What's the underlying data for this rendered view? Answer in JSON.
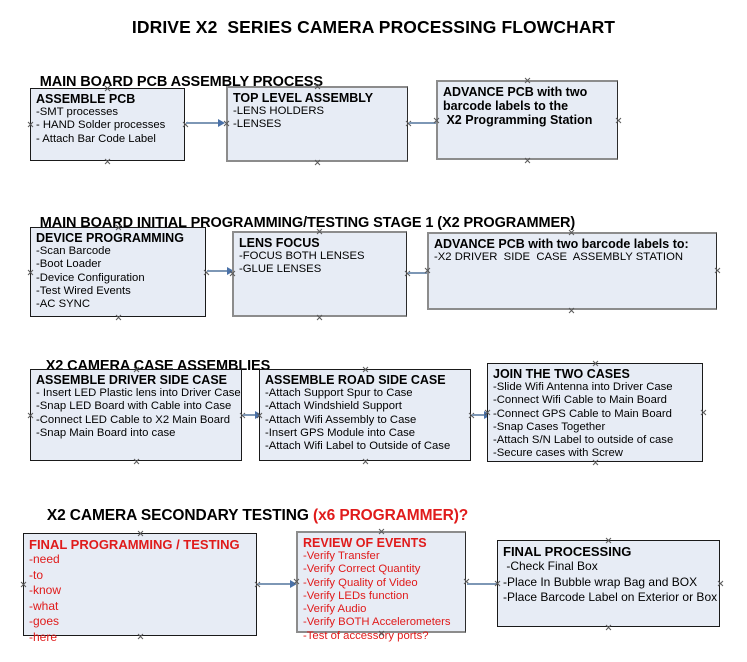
{
  "title": "IDRIVE X2  SERIES CAMERA PROCESSING FLOWCHART",
  "colors": {
    "box_fill": "#e7ecf5",
    "box_border": "#1a1a1a",
    "accent_red": "#e01b1b",
    "arrow": "#7d97b5",
    "arrow_head": "#4a71a8",
    "text": "#000000",
    "page_background": "#ffffff"
  },
  "sections": [
    {
      "heading": "MAIN BOARD PCB ASSEMBLY PROCESS",
      "heading_accent": "",
      "boxes": [
        {
          "title": "ASSEMBLE PCB",
          "lines": [
            "-SMT processes",
            "- HAND Solder processes",
            "- Attach Bar Code Label"
          ]
        },
        {
          "title": "TOP LEVEL ASSEMBLY",
          "lines": [
            "-LENS HOLDERS",
            "-LENSES"
          ]
        },
        {
          "title": "ADVANCE PCB with two",
          "lines": [
            "barcode labels to the",
            " X2 Programming Station"
          ]
        }
      ]
    },
    {
      "heading": "MAIN BOARD INITIAL PROGRAMMING/TESTING STAGE 1 (X2 PROGRAMMER)",
      "heading_accent": "",
      "boxes": [
        {
          "title": "DEVICE PROGRAMMING",
          "lines": [
            "-Scan Barcode",
            "-Boot Loader",
            "-Device Configuration",
            "-Test Wired Events",
            "-AC SYNC"
          ]
        },
        {
          "title": "LENS FOCUS",
          "lines": [
            "-FOCUS BOTH LENSES",
            "-GLUE LENSES"
          ]
        },
        {
          "title": "ADVANCE PCB with two barcode labels to:",
          "lines": [
            "-X2 DRIVER  SIDE  CASE  ASSEMBLY STATION"
          ]
        }
      ]
    },
    {
      "heading": "X2 CAMERA CASE ASSEMBLIES",
      "heading_accent": "",
      "boxes": [
        {
          "title": "ASSEMBLE DRIVER SIDE CASE",
          "lines": [
            "- Insert LED Plastic lens into Driver Case",
            "-Snap LED Board with Cable into Case",
            "-Connect LED Cable to X2 Main Board",
            "-Snap Main Board into case"
          ]
        },
        {
          "title": "ASSEMBLE ROAD SIDE CASE",
          "lines": [
            "-Attach Support Spur to Case",
            "-Attach Windshield Support",
            "-Attach Wifi Assembly to Case",
            "-Insert GPS Module into Case",
            "-Attach Wifi Label to Outside of Case"
          ]
        },
        {
          "title": "JOIN THE TWO CASES",
          "lines": [
            "-Slide Wifi Antenna into Driver Case",
            "-Connect Wifi Cable to Main Board",
            "-Connect GPS Cable to Main Board",
            "-Snap Cases Together",
            "-Attach S/N Label to outside of case",
            "-Secure cases with Screw"
          ]
        }
      ]
    },
    {
      "heading": "X2 CAMERA SECONDARY TESTING ",
      "heading_accent": "(x6 PROGRAMMER)?",
      "boxes": [
        {
          "title": "FINAL PROGRAMMING / TESTING",
          "lines": [
            "-need",
            "-to",
            "-know",
            "-what",
            "-goes",
            "-here"
          ]
        },
        {
          "title": "REVIEW OF EVENTS",
          "lines": [
            "-Verify Transfer",
            "-Verify Correct Quantity",
            "-Verify Quality of Video",
            "-Verify LEDs function",
            "-Verify Audio",
            "-Verify BOTH Accelerometers",
            "-Test of accessory ports?"
          ]
        },
        {
          "title": "FINAL PROCESSING",
          "lines": [
            " -Check Final Box",
            "-Place In Bubble wrap Bag and BOX",
            "-Place Barcode Label on Exterior or Box"
          ]
        }
      ]
    }
  ]
}
